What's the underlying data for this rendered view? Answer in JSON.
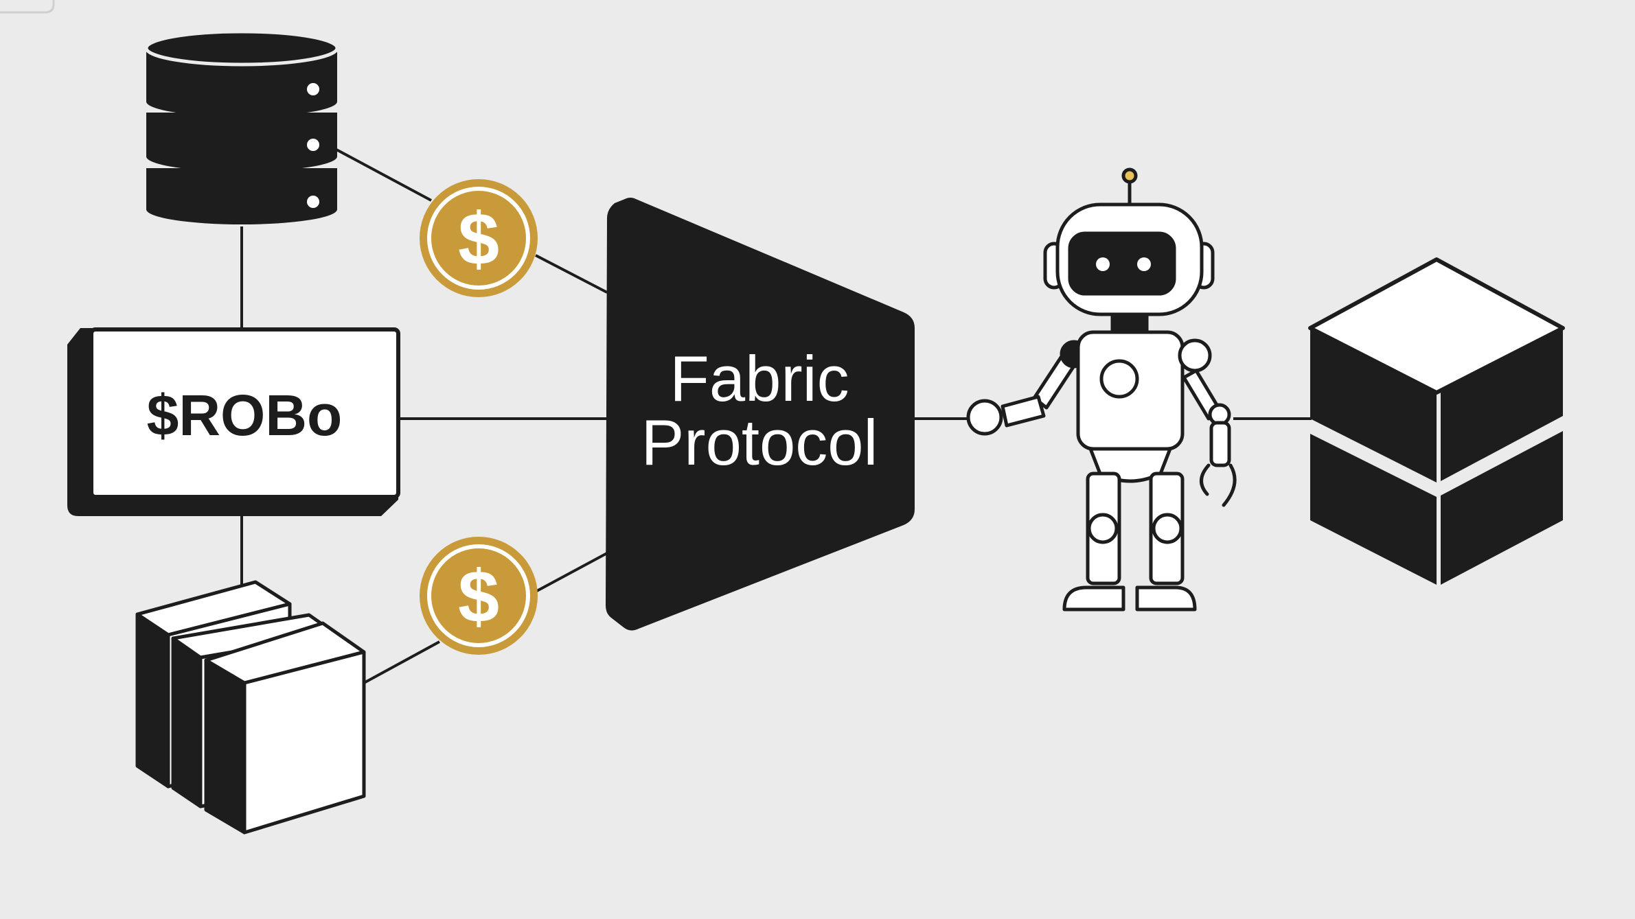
{
  "nodes": {
    "token_label": "$ROBo",
    "protocol_line1": "Fabric",
    "protocol_line2": "Protocol",
    "coin_top_symbol": "$",
    "coin_bottom_symbol": "$"
  },
  "icons": {
    "database": "database-icon",
    "documents": "document-stack-icon",
    "robot": "robot-icon",
    "cube": "cube-icon",
    "coin": "dollar-coin-icon"
  },
  "colors": {
    "background": "#ebebeb",
    "ink": "#1d1d1d",
    "coin_gold": "#c99a3a",
    "antenna_tip": "#e8c15a"
  }
}
